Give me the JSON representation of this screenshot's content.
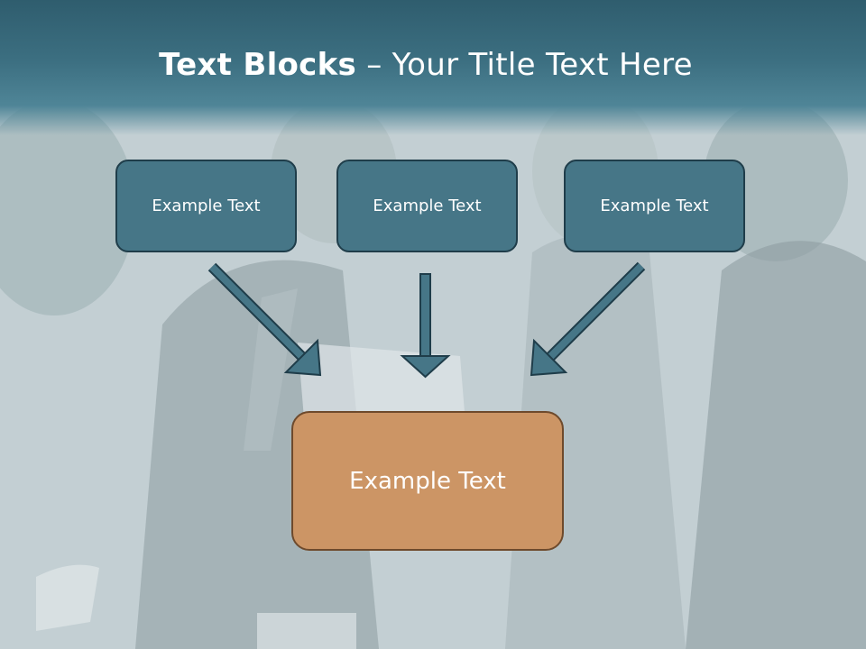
{
  "slide": {
    "title_bold": "Text Blocks",
    "title_rest": " – Your Title Text Here",
    "blocks": [
      {
        "label": "Example Text"
      },
      {
        "label": "Example Text"
      },
      {
        "label": "Example Text"
      }
    ],
    "main_block": {
      "label": "Example Text"
    }
  },
  "colors": {
    "header": "#3c6f81",
    "block_fill": "#467687",
    "block_border": "#1f3d4a",
    "main_fill": "#cc9565",
    "main_border": "#6e4a2c",
    "arrow_fill": "#467687"
  }
}
